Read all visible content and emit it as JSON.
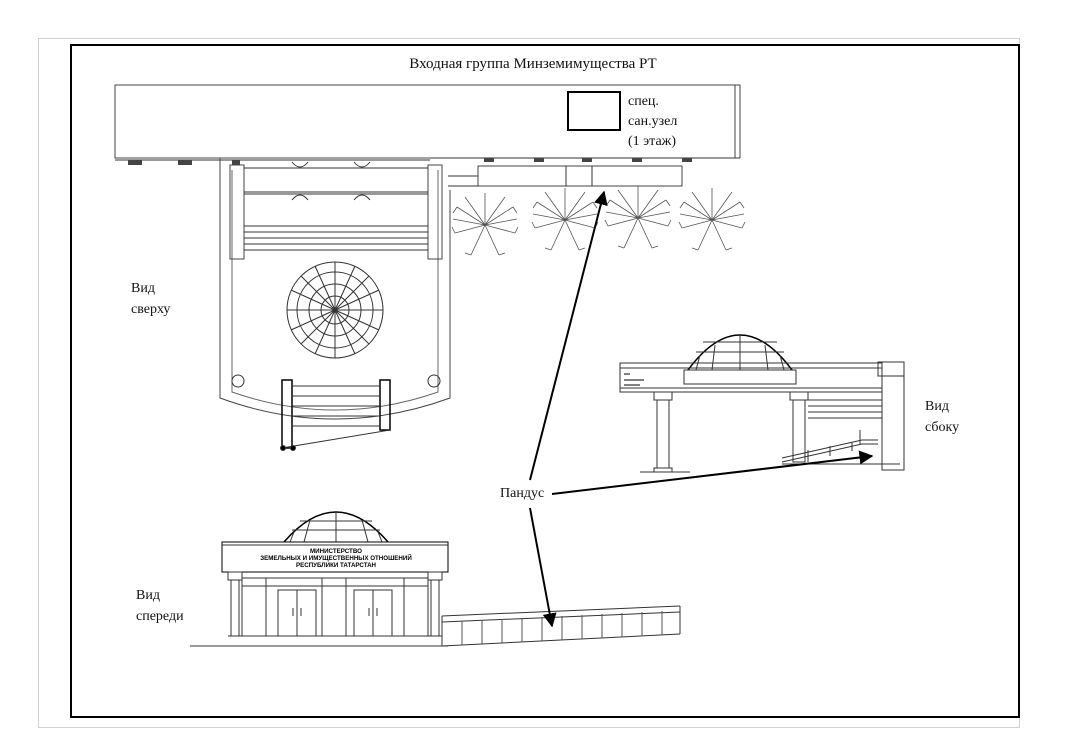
{
  "title": "Входная группа Минземимущества РТ",
  "labels": {
    "top_view": [
      "Вид",
      "сверху"
    ],
    "side_view": [
      "Вид",
      "сбоку"
    ],
    "front_view": [
      "Вид",
      "спереди"
    ],
    "ramp": "Пандус",
    "restroom": [
      "спец.",
      "сан.узел",
      "(1 этаж)"
    ]
  },
  "sign_text": [
    "МИНИСТЕРСТВО",
    "ЗЕМЕЛЬНЫХ И ИМУЩЕСТВЕННЫХ ОТНОШЕНИЙ",
    "РЕСПУБЛИКИ ТАТАРСТАН"
  ],
  "colors": {
    "ink": "#000000",
    "line": "#333333",
    "light": "#888888"
  }
}
